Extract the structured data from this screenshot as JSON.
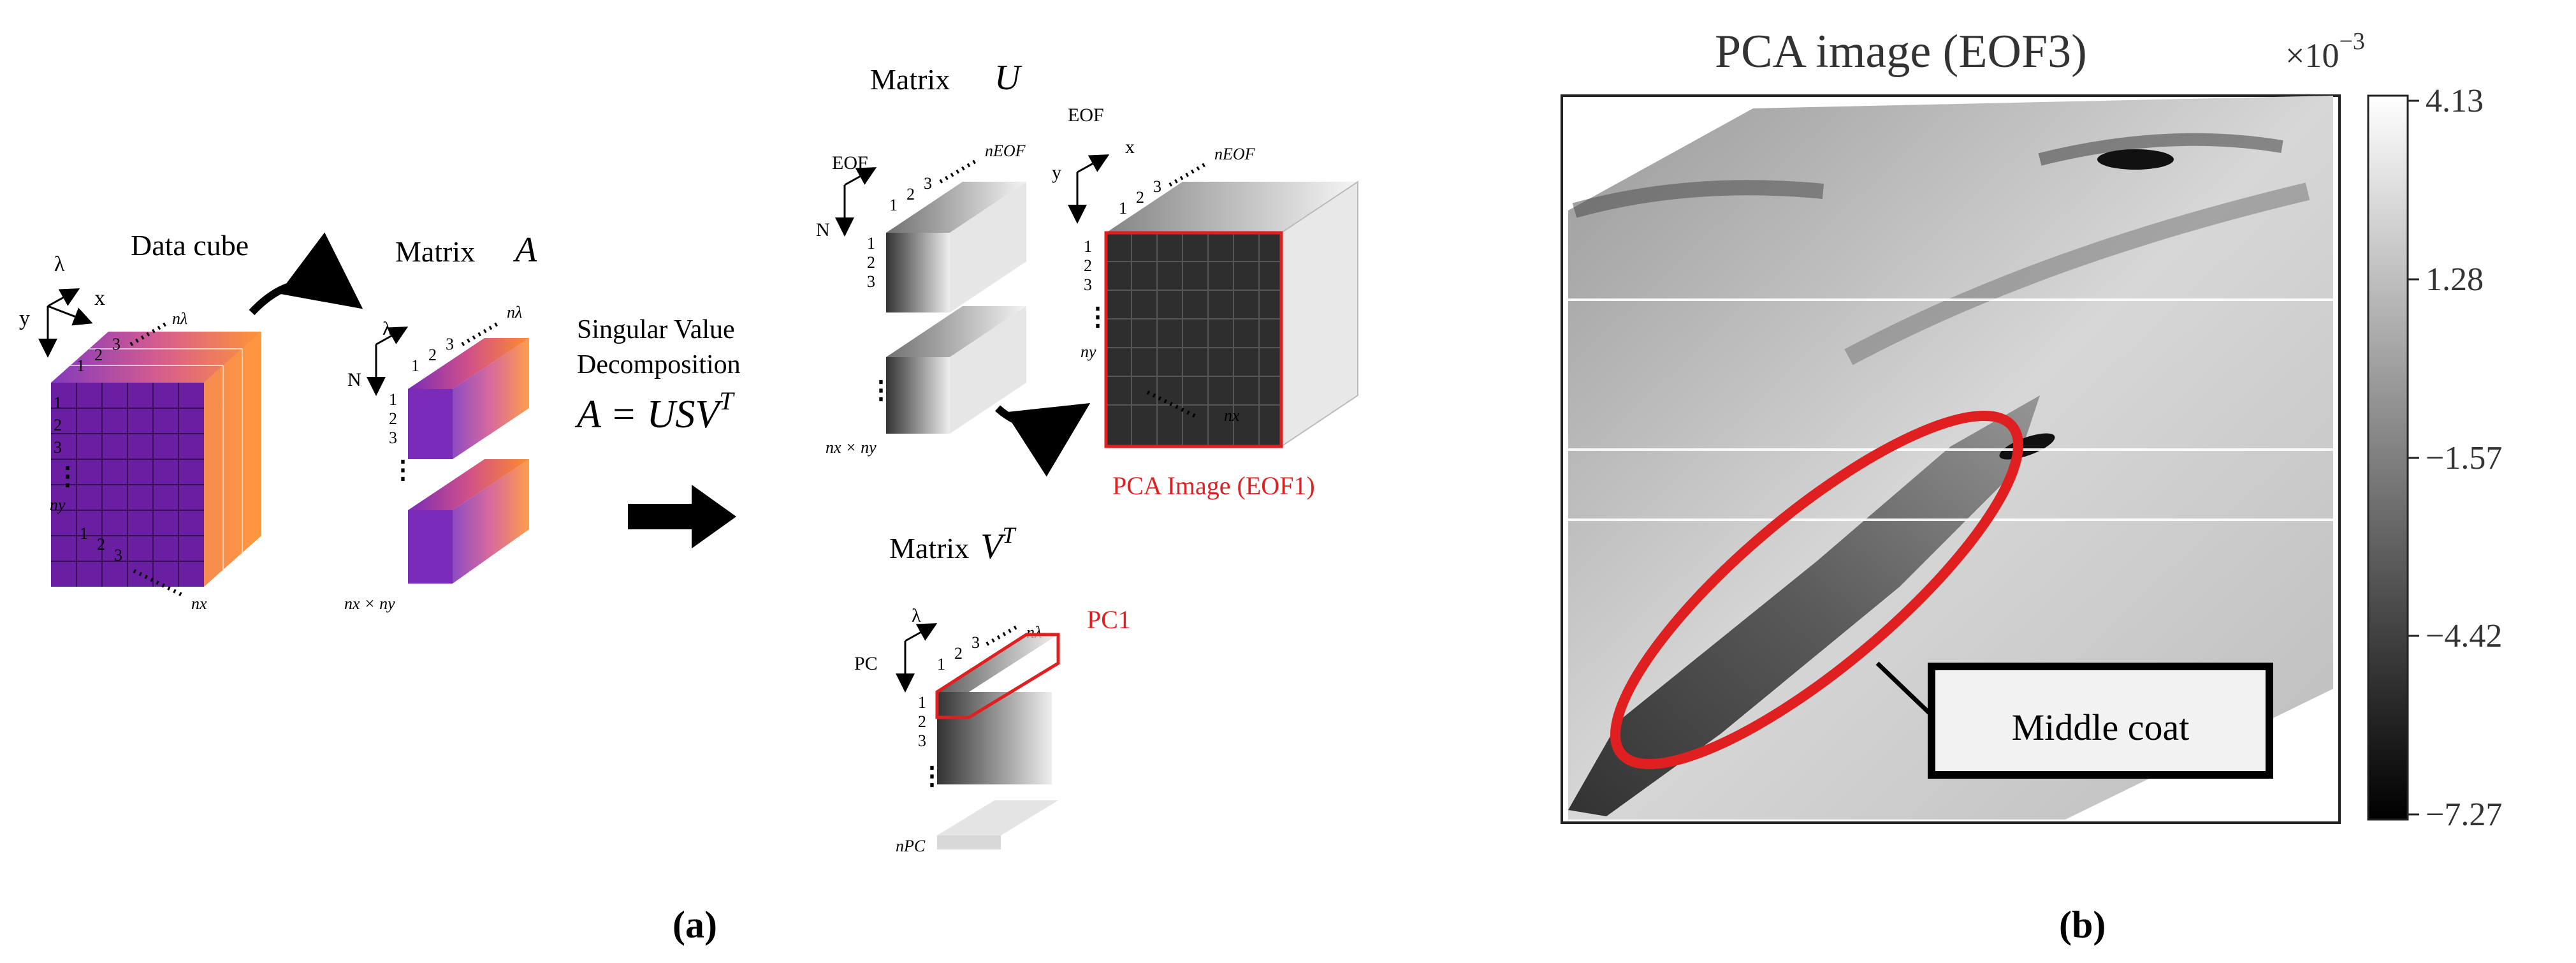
{
  "panel_a": {
    "caption": "(a)",
    "data_cube": {
      "title": "Data cube",
      "axes": [
        "λ",
        "x",
        "y"
      ],
      "x_labels": [
        "1",
        "2",
        "3"
      ],
      "z_labels": [
        "1",
        "2",
        "3"
      ],
      "y_labels": [
        "1",
        "2",
        "3"
      ],
      "n_lambda": "nλ",
      "n_x": "nx",
      "n_y": "ny"
    },
    "matrix_a": {
      "title": "Matrix",
      "symbol": "A",
      "col_axis": "λ",
      "row_axis": "N",
      "col_labels": [
        "1",
        "2",
        "3"
      ],
      "row_labels": [
        "1",
        "2",
        "3"
      ],
      "n_lambda": "nλ",
      "n_rows": "nx × ny"
    },
    "svd": {
      "line1": "Singular Value",
      "line2": "Decomposition",
      "equation": "A = USV",
      "equation_sup": "T"
    },
    "matrix_u": {
      "title": "Matrix",
      "symbol": "U",
      "col_axis": "EOF",
      "row_axis": "N",
      "col_labels": [
        "1",
        "2",
        "3"
      ],
      "row_labels": [
        "1",
        "2",
        "3"
      ],
      "n_eof": "nEOF",
      "n_rows": "nx × ny"
    },
    "eof_image": {
      "axes": [
        "EOF",
        "x",
        "y"
      ],
      "x_labels": [
        "1",
        "2",
        "3"
      ],
      "y_labels": [
        "1",
        "2",
        "3"
      ],
      "n_eof": "nEOF",
      "n_x": "nx",
      "n_y": "ny",
      "highlight_label": "PCA Image (EOF1)"
    },
    "matrix_vt": {
      "title": "Matrix",
      "symbol": "V",
      "symbol_sup": "T",
      "col_axis": "λ",
      "row_axis": "PC",
      "col_labels": [
        "1",
        "2",
        "3"
      ],
      "row_labels": [
        "1",
        "2",
        "3"
      ],
      "n_lambda": "nλ",
      "n_pc": "nPC",
      "highlight_label": "PC1"
    }
  },
  "panel_b": {
    "caption": "(b)",
    "title": "PCA image (EOF3)",
    "colorbar": {
      "multiplier": "×10",
      "multiplier_exp": "−3",
      "ticks": [
        "4.13",
        "1.28",
        "−1.57",
        "−4.42",
        "−7.27"
      ]
    },
    "annotation": "Middle coat"
  },
  "colors": {
    "highlight_red": "#e02020",
    "cube_purple": "#7a2cb8",
    "cube_magenta": "#d0508a",
    "cube_orange": "#ff8c2a"
  }
}
